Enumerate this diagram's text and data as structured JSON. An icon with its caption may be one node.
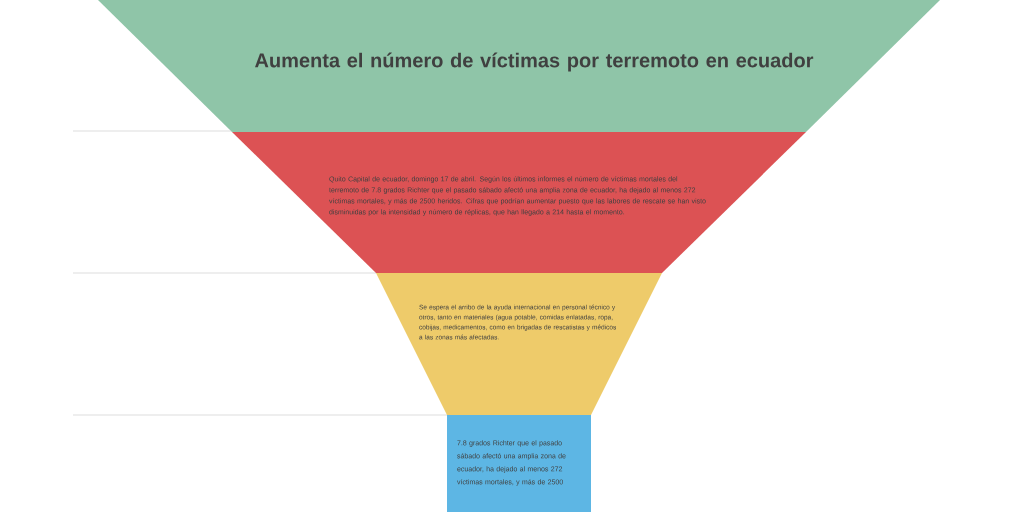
{
  "diagram": {
    "nodes": [
      {
        "text": [
          "Aumenta el número de víctimas por terremoto en ecuador"
        ]
      },
      {
        "text": [
          "Quito Capital de ecuador, domingo 17 de abril. Según los últimos informes el número de víctimas mortales del terremoto de 7.8 grados Richter que el pasado sábado afectó una amplia zona de ecuador, ha dejado al menos 272 víctimas mortales, y más de 2500 heridos. Cifras que podrían aumentar puesto que las labores de rescate se han visto disminuidas por la intensidad y número de réplicas, que han llegado a 214 hasta el momento."
        ]
      },
      {
        "text": [
          "Se espera el arribo de la ayuda internacional en personal técnico y otros, tanto en materiales (agua potable, comidas enlatadas, ropa, cobijas, medicamentos, como en brigadas de rescatistas y médicos a las zonas más afectadas."
        ]
      },
      {
        "text": [
          "7.8 grados Richter que el pasado sábado afectó una amplia zona de ecuador, ha dejado al menos 272 víctimas mortales, y más de 2500"
        ]
      }
    ]
  }
}
